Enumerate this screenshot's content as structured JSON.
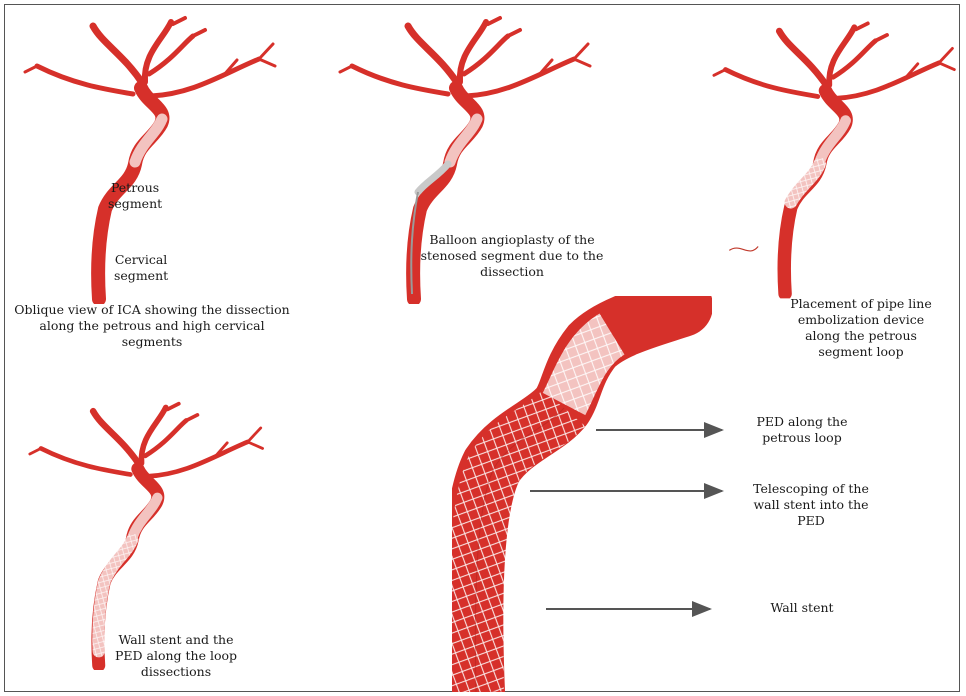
{
  "colors": {
    "artery": "#d6302a",
    "artery_dark": "#a51f1b",
    "stent_region": "#f3c3c0",
    "arrow": "#555555"
  },
  "panel1": {
    "labels": {
      "petrous": [
        "Petrous",
        "segment"
      ],
      "cervical": [
        "Cervical",
        "segment"
      ]
    },
    "caption": [
      "Oblique view of ICA showing the dissection",
      "along the petrous and high cervical",
      "segments"
    ]
  },
  "panel2": {
    "caption": [
      "Balloon angioplasty of the",
      "stenosed segment due to the",
      "dissection"
    ]
  },
  "panel3": {
    "caption": [
      "Placement of pipe line",
      "embolization device",
      "along the petrous",
      "segment loop"
    ]
  },
  "panel4": {
    "caption": [
      "Wall stent and the",
      "PED along the loop",
      "dissections"
    ]
  },
  "panel5": {
    "annotations": [
      {
        "lines": [
          "PED along the",
          "petrous loop"
        ]
      },
      {
        "lines": [
          "Telescoping of the",
          "wall stent into the",
          "PED"
        ]
      },
      {
        "lines": [
          "Wall stent"
        ]
      }
    ]
  }
}
